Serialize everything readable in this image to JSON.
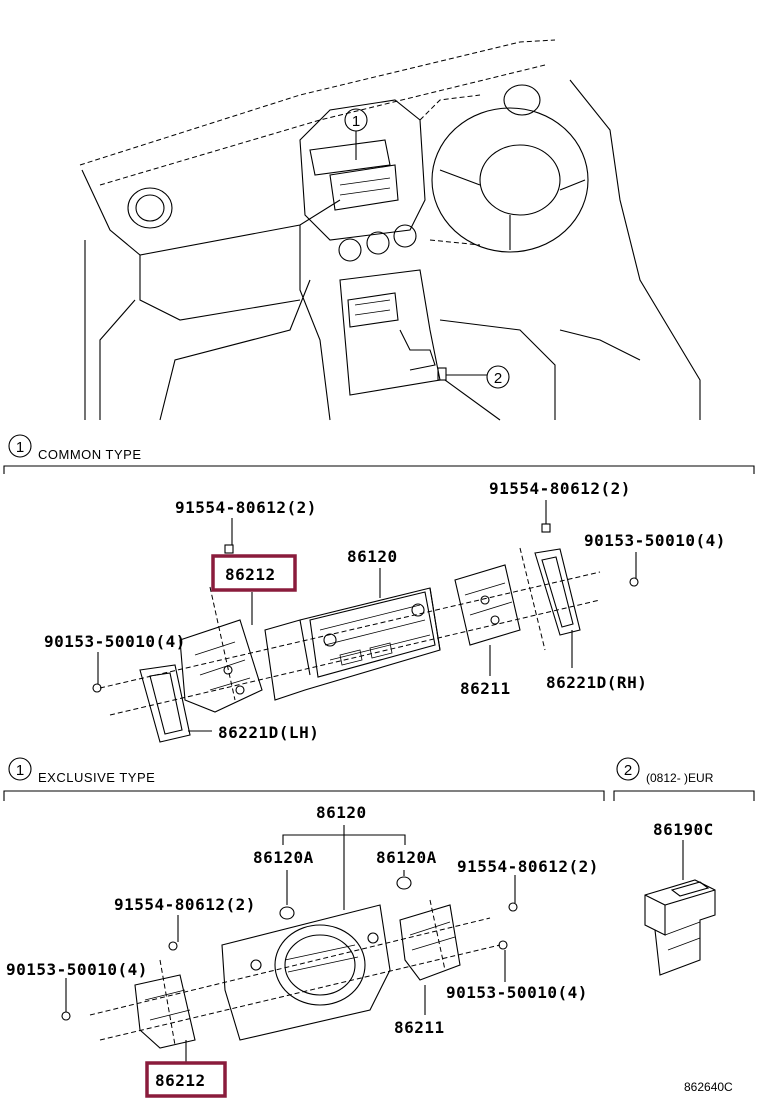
{
  "overview": {
    "callout_1": "1",
    "callout_2": "2"
  },
  "sections": {
    "common": {
      "num": "1",
      "title": "COMMON TYPE"
    },
    "exclusive": {
      "num": "1",
      "title": "EXCLUSIVE TYPE"
    },
    "eur": {
      "num": "2",
      "title": "(0812-      )EUR"
    }
  },
  "common_parts": {
    "p1": "91554-80612(2)",
    "p2": "86212",
    "p3": "86120",
    "p4": "91554-80612(2)",
    "p5": "90153-50010(4)",
    "p6": "90153-50010(4)",
    "p7": "86211",
    "p8": "86221D(RH)",
    "p9": "86221D(LH)"
  },
  "exclusive_parts": {
    "p1": "86120",
    "p2": "86120A",
    "p3": "86120A",
    "p4": "91554-80612(2)",
    "p5": "91554-80612(2)",
    "p6": "90153-50010(4)",
    "p7": "90153-50010(4)",
    "p8": "86211",
    "p9": "86212"
  },
  "eur_parts": {
    "p1": "86190C"
  },
  "diagram_code": "862640C",
  "highlight_color": "#8a1c3c"
}
